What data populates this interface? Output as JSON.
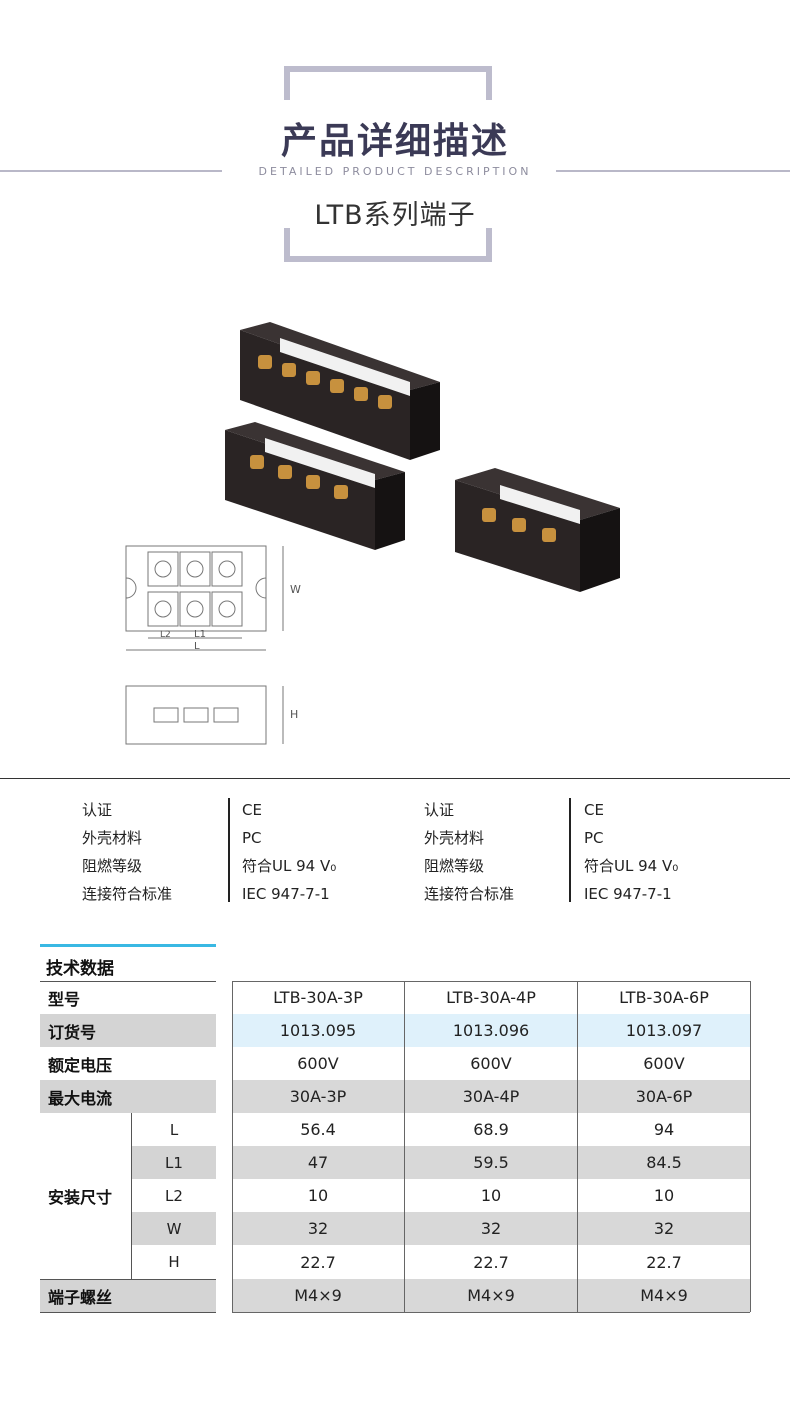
{
  "header": {
    "title": "产品详细描述",
    "subtitle": "DETAILED PRODUCT DESCRIPTION",
    "series": "LTB系列端子"
  },
  "drawing_labels": {
    "w": "W",
    "h": "H",
    "l": "L",
    "l1": "L1",
    "l2": "L2"
  },
  "specs": {
    "left": [
      {
        "label": "认证",
        "value": "CE"
      },
      {
        "label": "外壳材料",
        "value": "PC"
      },
      {
        "label": "阻燃等级",
        "value": "符合UL 94 V₀"
      },
      {
        "label": "连接符合标准",
        "value": "IEC 947-7-1"
      }
    ],
    "right": [
      {
        "label": "认证",
        "value": "CE"
      },
      {
        "label": "外壳材料",
        "value": "PC"
      },
      {
        "label": "阻燃等级",
        "value": "符合UL 94 V₀"
      },
      {
        "label": "连接符合标准",
        "value": "IEC 947-7-1"
      }
    ]
  },
  "tech": {
    "title": "技术数据",
    "labels": {
      "model": "型号",
      "order": "订货号",
      "voltage": "额定电压",
      "current": "最大电流",
      "dims": "安装尺寸",
      "screw": "端子螺丝"
    },
    "dim_labels": [
      "L",
      "L1",
      "L2",
      "W",
      "H"
    ],
    "columns": [
      {
        "model": "LTB-30A-3P",
        "order": "1013.095",
        "voltage": "600V",
        "current": "30A-3P",
        "dims": [
          "56.4",
          "47",
          "10",
          "32",
          "22.7"
        ],
        "screw": "M4×9"
      },
      {
        "model": "LTB-30A-4P",
        "order": "1013.096",
        "voltage": "600V",
        "current": "30A-4P",
        "dims": [
          "68.9",
          "59.5",
          "10",
          "32",
          "22.7"
        ],
        "screw": "M4×9"
      },
      {
        "model": "LTB-30A-6P",
        "order": "1013.097",
        "voltage": "600V",
        "current": "30A-6P",
        "dims": [
          "94",
          "84.5",
          "10",
          "32",
          "22.7"
        ],
        "screw": "M4×9"
      }
    ]
  },
  "colors": {
    "accent": "#39b8e3",
    "heading": "#3b3a56",
    "highlight_row": "#dff1fb"
  }
}
